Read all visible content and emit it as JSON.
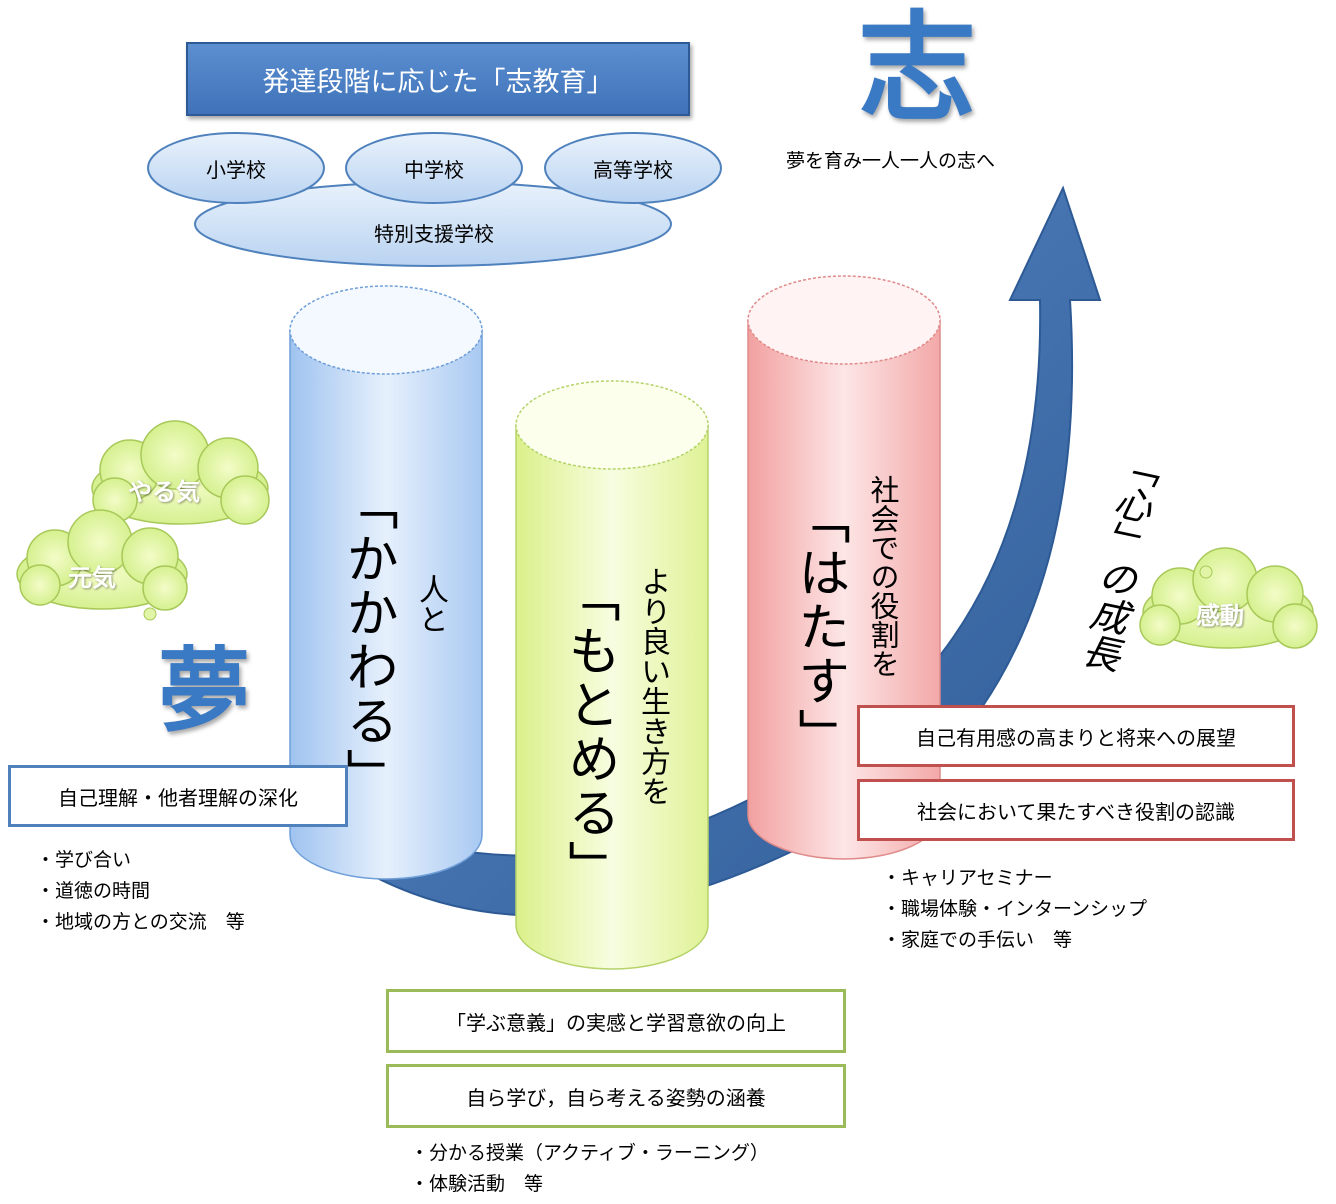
{
  "title": "発達段階に応じた「志教育」",
  "schools": [
    "小学校",
    "中学校",
    "高等学校",
    "特別支援学校"
  ],
  "kokorozashi": {
    "kanji": "志",
    "caption": "夢を育み一人一人の志へ"
  },
  "yume": {
    "kanji": "夢"
  },
  "clouds": {
    "yaruki": "やる気",
    "genki": "元気",
    "kandou": "感動"
  },
  "growth_label": "「心」の成長",
  "columns": {
    "kakawaru": {
      "sub": "人と",
      "main": "「かかわる」"
    },
    "motomeru": {
      "sub": "より良い生き方を",
      "main": "「もとめる」"
    },
    "hatasu": {
      "sub": "社会での役割を",
      "main": "「はたす」"
    }
  },
  "left": {
    "box": "自己理解・他者理解の深化",
    "items": [
      "・学び合い",
      "・道徳の時間",
      "・地域の方との交流　等"
    ]
  },
  "right": {
    "box1": "自己有用感の高まりと将来への展望",
    "box2": "社会において果たすべき役割の認識",
    "items": [
      "・キャリアセミナー",
      "・職場体験・インターンシップ",
      "・家庭での手伝い　等"
    ]
  },
  "bottom": {
    "box1": "「学ぶ意義」の実感と学習意欲の向上",
    "box2": "自ら学び，自ら考える姿勢の涵養",
    "items": [
      "・分かる授業（アクティブ・ラーニング）",
      "・体験活動　等"
    ]
  }
}
